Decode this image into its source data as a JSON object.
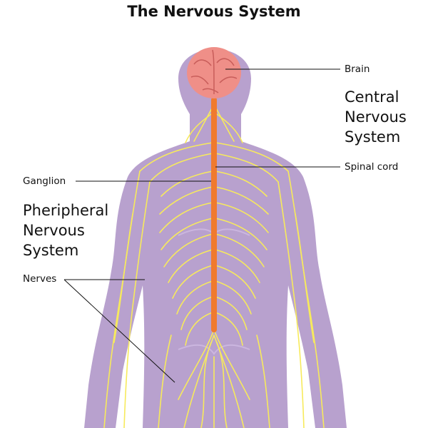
{
  "title": "The Nervous System",
  "labels": {
    "brain": "Brain",
    "spinal_cord": "Spinal cord",
    "ganglion": "Ganglion",
    "nerves": "Nerves"
  },
  "groups": {
    "central": [
      "Central",
      "Nervous",
      "System"
    ],
    "peripheral": [
      "Pheripheral",
      "Nervous",
      "System"
    ]
  },
  "colors": {
    "background": "#ffffff",
    "body": "#b8a1ce",
    "body_edge": "#c9b7dc",
    "nerve": "#f7ea5c",
    "spinal_cord": "#f07a2e",
    "brain": "#ef8f88",
    "leader_line": "#111111"
  }
}
